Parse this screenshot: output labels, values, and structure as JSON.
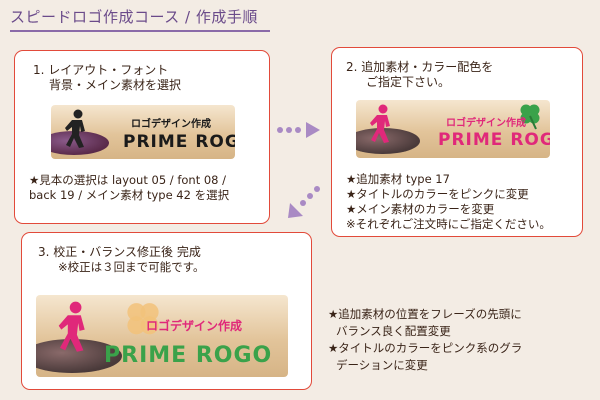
{
  "page": {
    "title": "スピードロゴ作成コース / 作成手順"
  },
  "step1": {
    "heading_line1": "1. レイアウト・フォント",
    "heading_line2": "背景・メイン素材を選択",
    "note_line1": "★見本の選択は layout 05 / font 08 /",
    "note_line2": "back 19 / メイン素材 type 42 を選択",
    "logo": {
      "sub": "ロゴデザイン作成",
      "main": "PRIME ROGO"
    }
  },
  "step2": {
    "heading_line1": "2. 追加素材・カラー配色を",
    "heading_line2": "ご指定下さい。",
    "note_line1": "★追加素材 type 17",
    "note_line2": "★タイトルのカラーをピンクに変更",
    "note_line3": "★メイン素材のカラーを変更",
    "note_line4": "※それぞれご注文時にご指定ください。",
    "logo": {
      "sub": "ロゴデザイン作成",
      "main": "PRIME ROGO"
    }
  },
  "step3": {
    "heading_line1": "3. 校正・バランス修正後 完成",
    "heading_line2": "※校正は３回まで可能です。",
    "logo": {
      "sub": "ロゴデザイン作成",
      "main": "PRIME ROGO"
    }
  },
  "side_notes": {
    "line1": "★追加素材の位置をフレーズの先頭に",
    "line2": "バランス良く配置変更",
    "line3": "★タイトルのカラーをピンク系のグラ",
    "line4": "デーションに変更"
  },
  "colors": {
    "card_border": "#e24a3a",
    "title_purple": "#6a4a8a",
    "arrow_purple": "#a98ac4",
    "pink": "#e0287a",
    "green": "#3aa24a"
  },
  "icons": {
    "arrow1": "dotted-right-arrow-icon",
    "arrow2": "dotted-down-left-arrow-icon",
    "clover": "clover-icon",
    "runner": "runner-silhouette-icon"
  }
}
